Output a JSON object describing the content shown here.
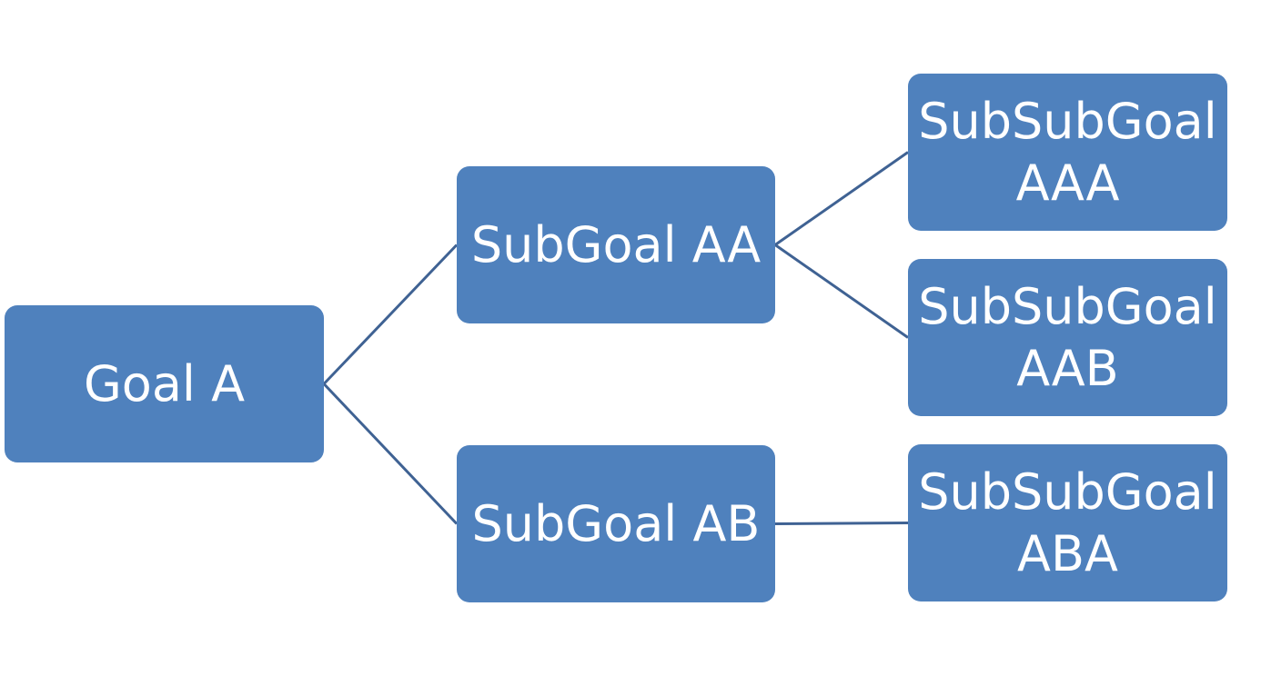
{
  "colors": {
    "node_fill": "#4f81bd",
    "node_text": "#ffffff",
    "connector": "#3f6293",
    "background": "#ffffff"
  },
  "nodes": {
    "goal_a": "Goal A",
    "subgoal_aa": "SubGoal AA",
    "subgoal_ab": "SubGoal AB",
    "subsubgoal_aaa": "SubSubGoal\nAAA",
    "subsubgoal_aab": "SubSubGoal\nAAB",
    "subsubgoal_aba": "SubSubGoal\nABA"
  },
  "edges": [
    {
      "from": "goal_a",
      "to": "subgoal_aa"
    },
    {
      "from": "goal_a",
      "to": "subgoal_ab"
    },
    {
      "from": "subgoal_aa",
      "to": "subsubgoal_aaa"
    },
    {
      "from": "subgoal_aa",
      "to": "subsubgoal_aab"
    },
    {
      "from": "subgoal_ab",
      "to": "subsubgoal_aba"
    }
  ]
}
